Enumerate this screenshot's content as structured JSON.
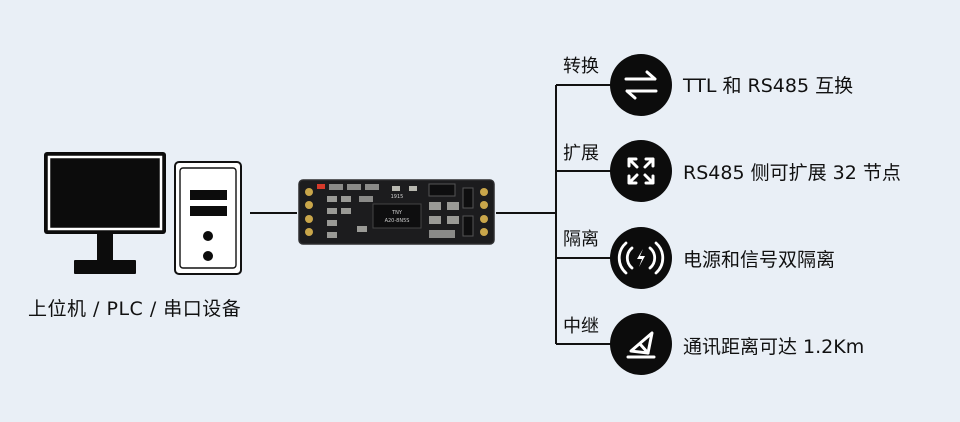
{
  "left_device_label": "上位机 / PLC / 串口设备",
  "features": [
    {
      "tag": "转换",
      "text": "TTL 和 RS485 互换",
      "icon": "swap-arrows-icon"
    },
    {
      "tag": "扩展",
      "text": "RS485 侧可扩展 32 节点",
      "icon": "expand-arrows-icon"
    },
    {
      "tag": "隔离",
      "text": "电源和信号双隔离",
      "icon": "isolation-signal-icon"
    },
    {
      "tag": "中继",
      "text": "通讯距离可达 1.2Km",
      "icon": "relay-send-icon"
    }
  ],
  "pcb_markings": [
    "TNY",
    "A20-8N5S",
    "1915"
  ]
}
